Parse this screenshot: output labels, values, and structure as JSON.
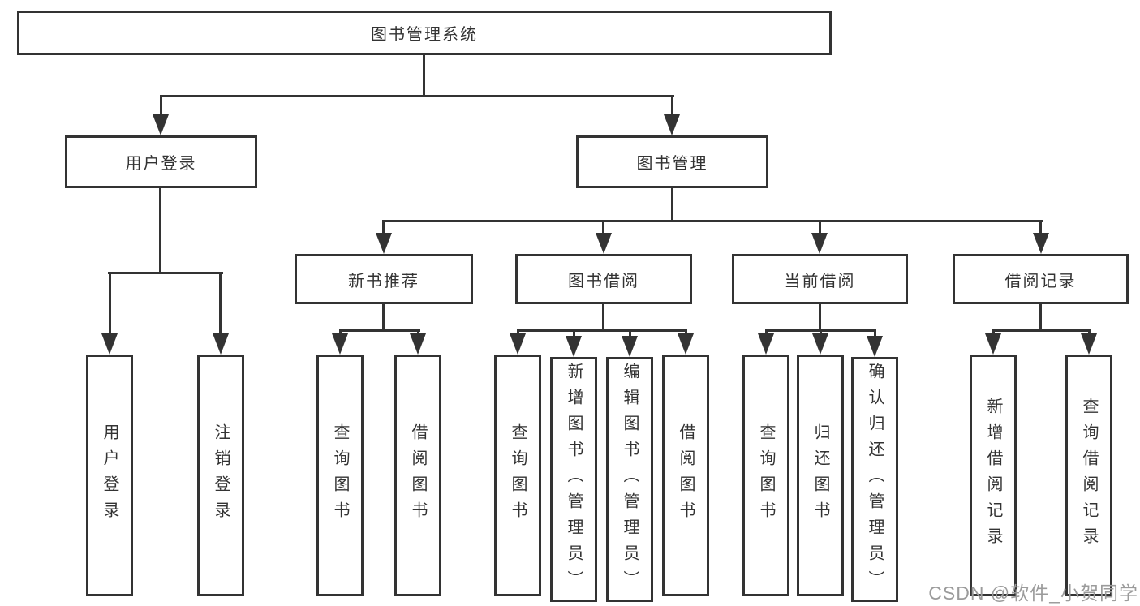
{
  "tree": {
    "root": {
      "label": "图书管理系统"
    },
    "user": {
      "label": "用户登录",
      "children": [
        "用户登录",
        "注销登录"
      ]
    },
    "book": {
      "label": "图书管理",
      "sections": [
        {
          "label": "新书推荐",
          "children": [
            "查询图书",
            "借阅图书"
          ]
        },
        {
          "label": "图书借阅",
          "children": [
            "查询图书",
            "新增图书（管理员）",
            "编辑图书（管理员）",
            "借阅图书"
          ]
        },
        {
          "label": "当前借阅",
          "children": [
            "查询图书",
            "归还图书",
            "确认归还（管理员）"
          ]
        },
        {
          "label": "借阅记录",
          "children": [
            "新增借阅记录",
            "查询借阅记录"
          ]
        }
      ]
    }
  },
  "watermark": "CSDN @软件_小贺同学",
  "colors": {
    "line": "#333333",
    "text": "#333333",
    "background": "#ffffff",
    "watermark": "#9b9b9b"
  }
}
